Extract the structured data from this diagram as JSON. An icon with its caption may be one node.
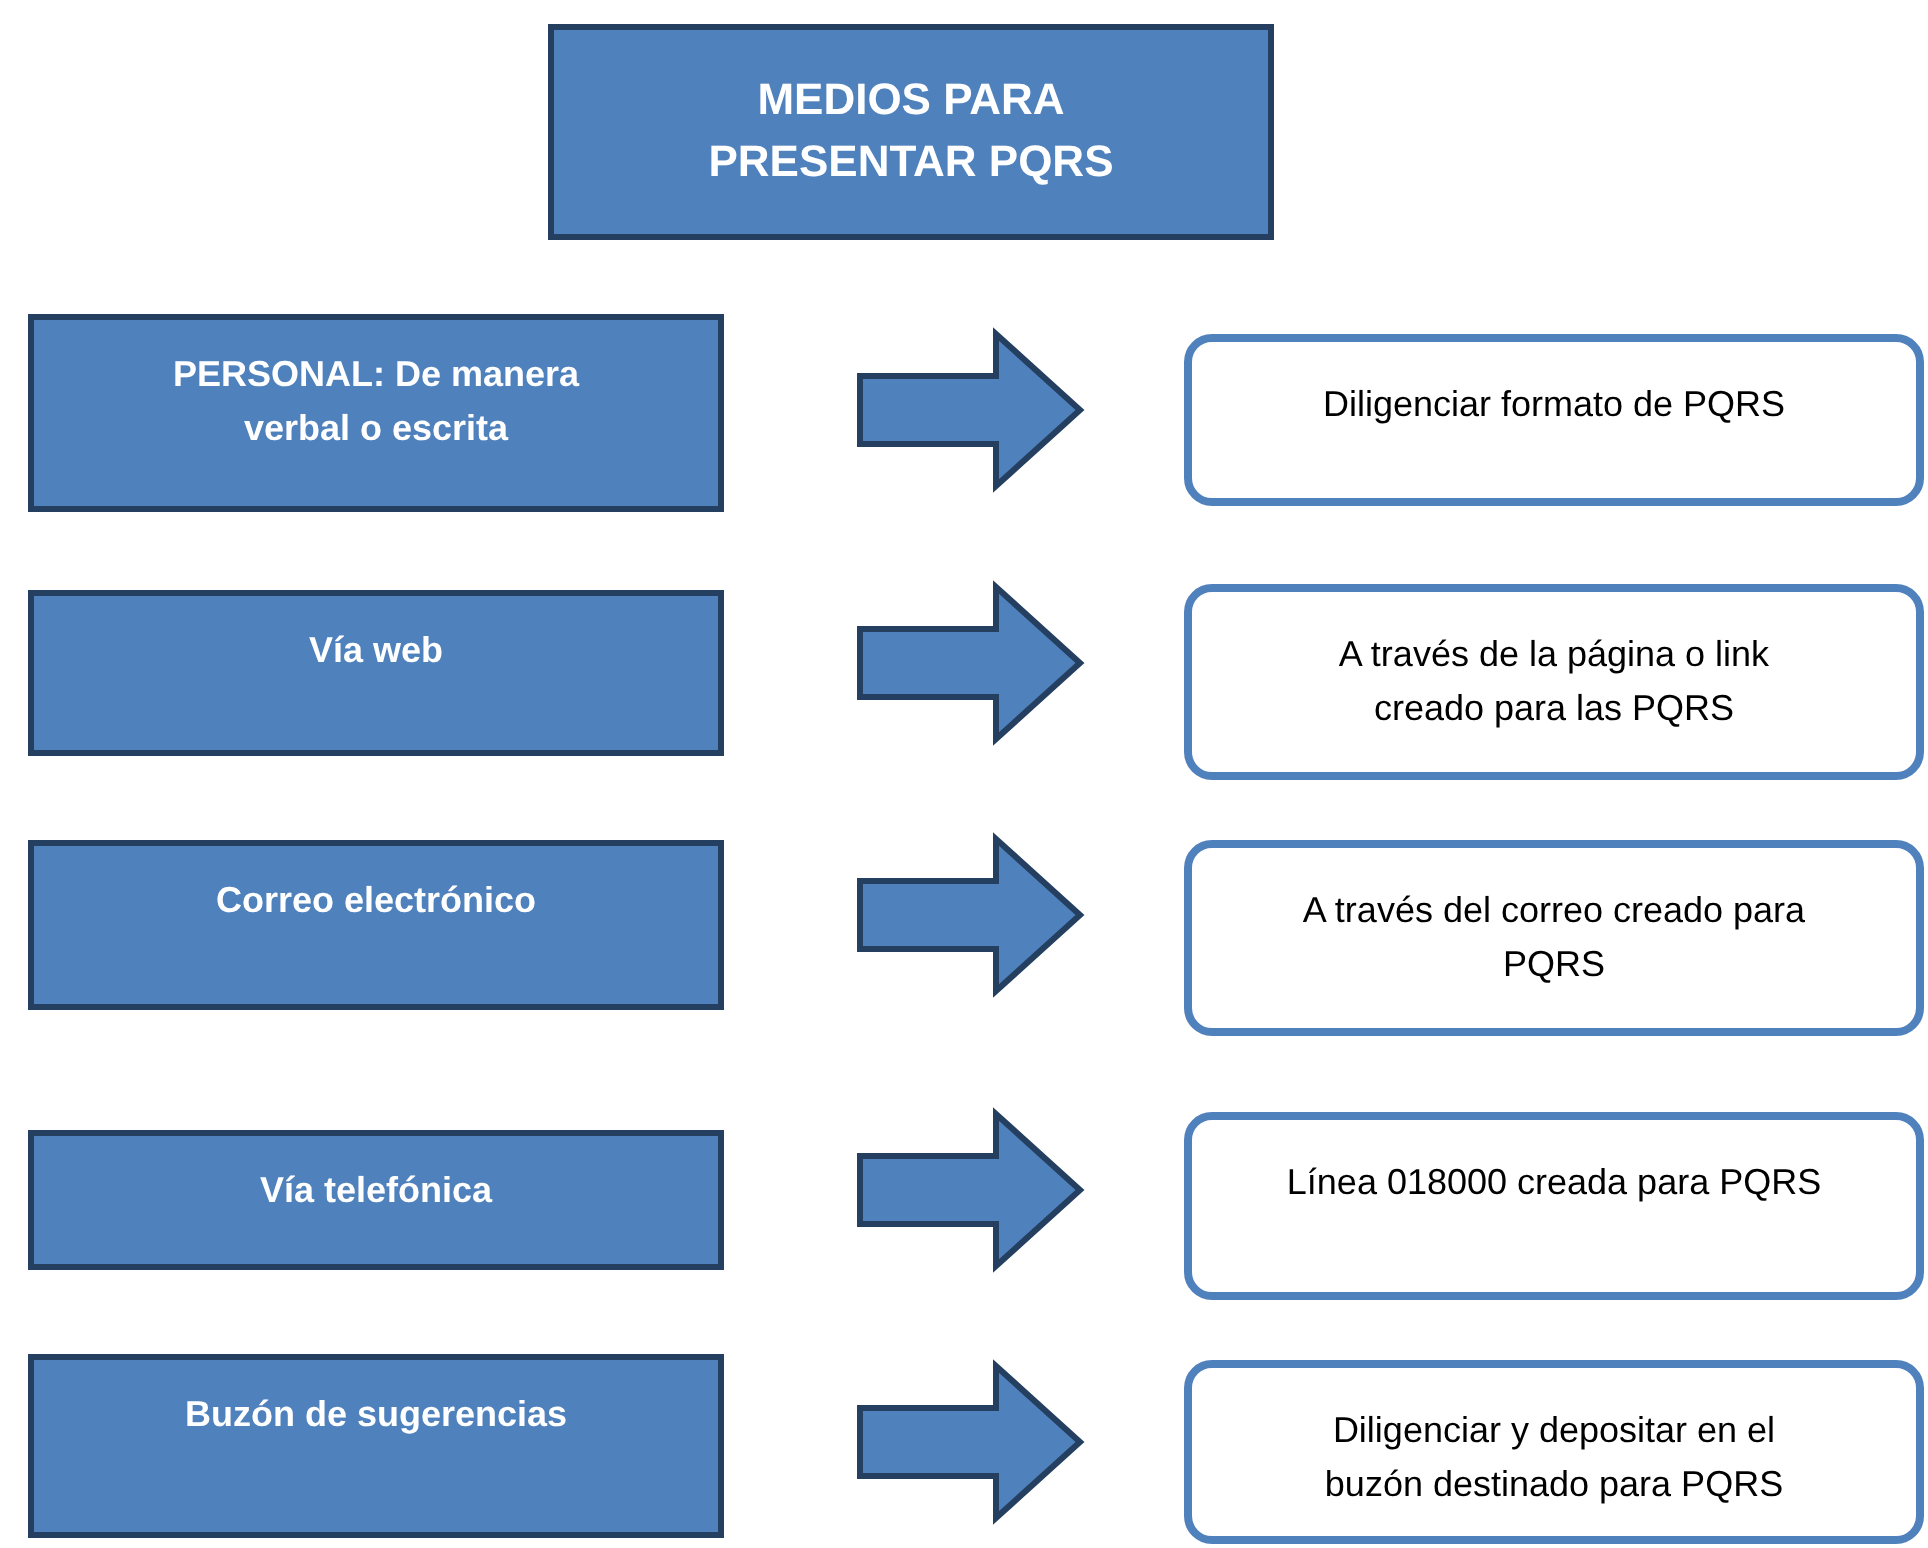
{
  "diagram": {
    "nodes": [
      {
        "text": [
          "MEDIOS PARA PRESENTAR PQRS"
        ]
      },
      {
        "text": [
          "PERSONAL: De manera verbal o escrita"
        ]
      },
      {
        "text": [
          "Diligenciar formato de PQRS"
        ]
      },
      {
        "text": [
          "Vía web"
        ]
      },
      {
        "text": [
          "A través de la página o link creado para las PQRS"
        ]
      },
      {
        "text": [
          "Correo electrónico"
        ]
      },
      {
        "text": [
          "A través del correo creado para PQRS"
        ]
      },
      {
        "text": [
          "Vía telefónica"
        ]
      },
      {
        "text": [
          "Línea 018000 creada para PQRS"
        ]
      },
      {
        "text": [
          "Buzón de sugerencias"
        ]
      },
      {
        "text": [
          "Diligenciar y depositar en el buzón destinado para PQRS"
        ]
      }
    ],
    "edges": [
      {
        "from": 1,
        "to": 2,
        "arrow": "to"
      },
      {
        "from": 3,
        "to": 4,
        "arrow": "to"
      },
      {
        "from": 5,
        "to": 6,
        "arrow": "to"
      },
      {
        "from": 7,
        "to": 8,
        "arrow": "to"
      },
      {
        "from": 9,
        "to": 10,
        "arrow": "to"
      }
    ]
  }
}
